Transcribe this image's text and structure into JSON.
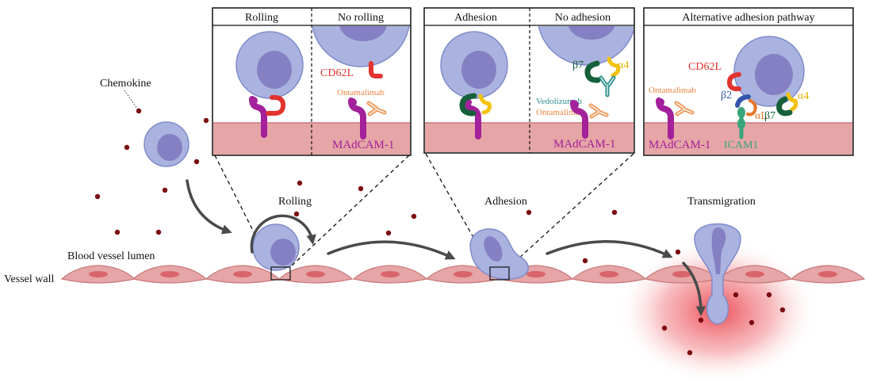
{
  "panels": {
    "rolling": {
      "left_title": "Rolling",
      "right_title": "No rolling",
      "cd62l": "CD62L",
      "ontamalimab": "Ontamalimab",
      "madcam": "MAdCAM-1"
    },
    "adhesion": {
      "left_title": "Adhesion",
      "right_title": "No adhesion",
      "beta7": "β7",
      "alpha4": "α4",
      "vedolizumab": "Vedolizumab",
      "ontamalimab": "Ontamalimab",
      "madcam": "MAdCAM-1"
    },
    "alternative": {
      "title": "Alternative adhesion pathway",
      "cd62l": "CD62L",
      "ontamalimab": "Ontamalimab",
      "beta2": "β2",
      "alpha4": "α4",
      "alphaL": "αL",
      "beta7": "β7",
      "madcam": "MAdCAM-1",
      "icam1": "ICAM1"
    }
  },
  "scene": {
    "chemokine": "Chemokine",
    "rolling": "Rolling",
    "adhesion": "Adhesion",
    "transmigration": "Transmigration",
    "lumen": "Blood vessel lumen",
    "wall": "Vessel wall"
  },
  "colors": {
    "cell": "#aab3df",
    "cell-outline": "#7f8bc9",
    "nucleus": "#8580c3",
    "endothelium": "#e6a5a6",
    "endothelium-line": "#c77a7c",
    "endothelium-nucleus": "#d9646a",
    "madcam": "#a3219a",
    "cd62l": "#e2332e",
    "ontamalimab": "#f09a5b",
    "ontamalimab-text": "#ee8540",
    "vedolizumab": "#2b8f8c",
    "beta7": "#16603a",
    "alpha4": "#f4c20d",
    "alpha4-text": "#e3b100",
    "beta2": "#3356ad",
    "alphaL": "#e8772a",
    "icam1": "#3aa57d",
    "chemokine": "#7b0a0e",
    "arrow": "#4a4a4a",
    "inflammation": "#e8313c"
  }
}
